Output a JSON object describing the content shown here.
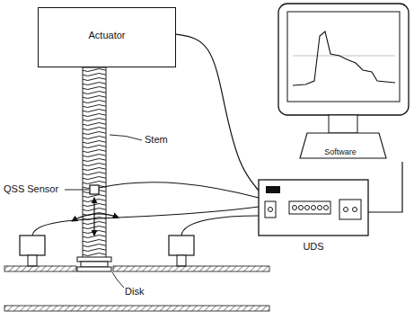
{
  "diagram": {
    "nodes": [
      {
        "text": [
          "Actuator"
        ]
      },
      {
        "text": [
          "Software"
        ]
      },
      {
        "text": [
          "UDS"
        ]
      }
    ],
    "edges": [
      {
        "from": 0,
        "to": 2,
        "arrow": "none"
      },
      {
        "from": 2,
        "to": 1,
        "arrow": "none"
      }
    ],
    "labels": [
      "Stem",
      "QSS Sensor",
      "Disk"
    ]
  }
}
